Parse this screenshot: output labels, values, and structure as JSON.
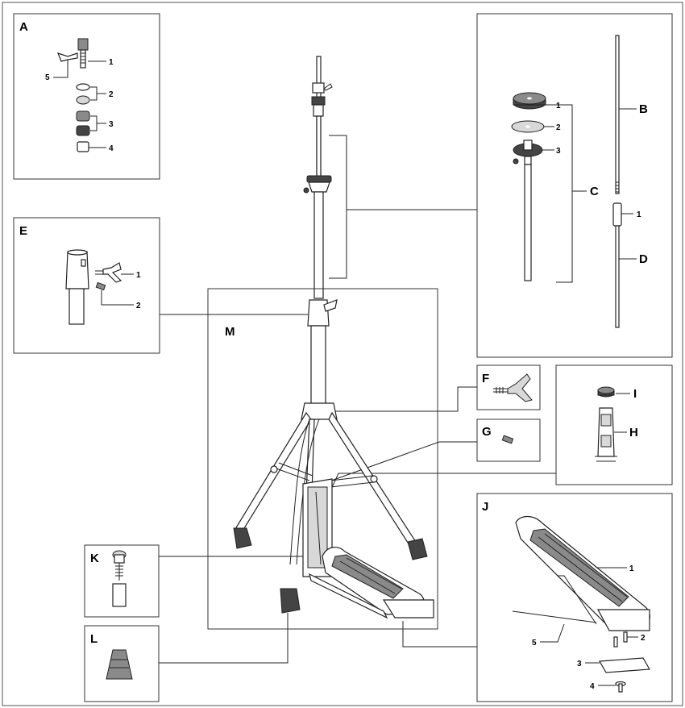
{
  "panels": {
    "A": {
      "letter": "A",
      "parts": [
        "1",
        "2",
        "3",
        "4",
        "5"
      ]
    },
    "E": {
      "letter": "E",
      "parts": [
        "1",
        "2"
      ]
    },
    "M": {
      "letter": "M"
    },
    "K": {
      "letter": "K"
    },
    "L": {
      "letter": "L"
    },
    "C": {
      "letter": "C",
      "parts": [
        "1",
        "2",
        "3"
      ]
    },
    "B": {
      "letter": "B"
    },
    "D": {
      "letter": "D",
      "parts": [
        "1"
      ]
    },
    "F": {
      "letter": "F"
    },
    "G": {
      "letter": "G"
    },
    "I": {
      "letter": "I"
    },
    "H": {
      "letter": "H"
    },
    "J": {
      "letter": "J",
      "parts": [
        "1",
        "2",
        "3",
        "4",
        "5"
      ]
    }
  }
}
